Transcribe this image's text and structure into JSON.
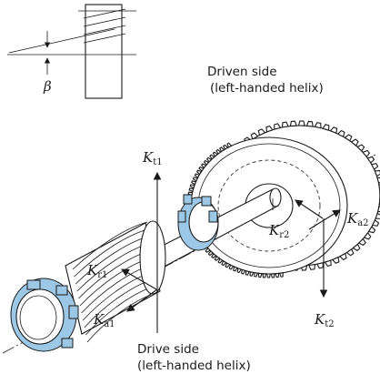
{
  "helix_inset": {
    "angle_symbol": "β"
  },
  "labels": {
    "driven_side_title": "Driven side",
    "driven_side_subtitle": "(left-handed helix)",
    "drive_side_title": "Drive side",
    "drive_side_subtitle": "(left-handed helix)"
  },
  "forces": {
    "Kt1": {
      "symbol": "K",
      "subscript": "t1"
    },
    "Kr1": {
      "symbol": "K",
      "subscript": "r1"
    },
    "Ka1": {
      "symbol": "K",
      "subscript": "a1"
    },
    "Kr2": {
      "symbol": "K",
      "subscript": "r2"
    },
    "Ka2": {
      "symbol": "K",
      "subscript": "a2"
    },
    "Kt2": {
      "symbol": "K",
      "subscript": "t2"
    }
  },
  "colors": {
    "bearing": "#9cc8e6",
    "line": "#1a1a1a"
  }
}
